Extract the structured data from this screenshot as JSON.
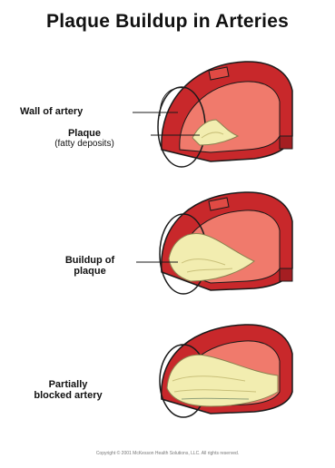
{
  "title": "Plaque Buildup in Arteries",
  "labels": {
    "wall": "Wall of artery",
    "plaque_line1": "Plaque",
    "plaque_line2": "(fatty deposits)",
    "buildup_line1": "Buildup of",
    "buildup_line2": "plaque",
    "blocked_line1": "Partially",
    "blocked_line2": "blocked artery"
  },
  "footer": "Copyright © 2001 McKesson Health Solutions, LLC. All rights reserved.",
  "colors": {
    "artery_outer": "#c8282b",
    "artery_inner": "#f07a6c",
    "plaque": "#f2edb0",
    "plaque_shadow": "#c9c07a",
    "outline": "#1a1a1a"
  }
}
